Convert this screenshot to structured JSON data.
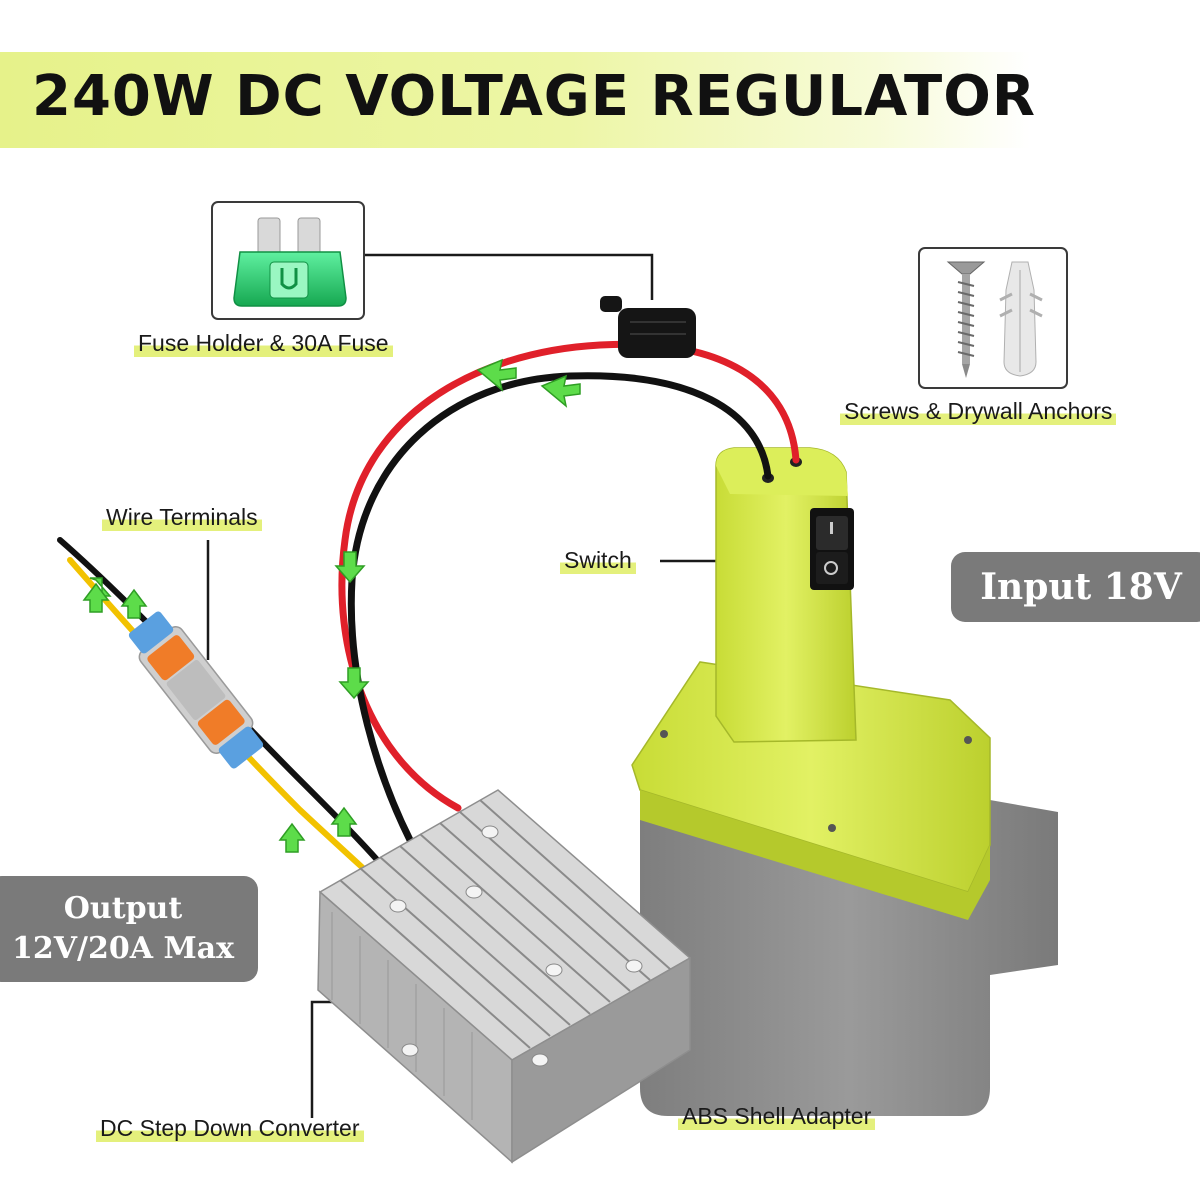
{
  "title": "240W DC VOLTAGE REGULATOR",
  "labels": {
    "fuse": "Fuse Holder & 30A Fuse",
    "screws": "Screws & Drywall Anchors",
    "terminals": "Wire Terminals",
    "switch": "Switch",
    "converter": "DC Step Down Converter",
    "shell": "ABS Shell Adapter"
  },
  "badges": {
    "input": "Input 18V",
    "output_line1": "Output",
    "output_line2": "12V/20A Max"
  },
  "colors": {
    "accent_highlight": "#e4f07c",
    "adapter_yellow": "#d6e84a",
    "battery_grey": "#8a8a8a",
    "badge_grey": "#7a7a7a",
    "wire_red": "#e0202a",
    "wire_black": "#111111",
    "wire_yellow": "#f2c200",
    "fuse_green": "#27c46a",
    "arrow_green": "#5ddc4a"
  },
  "icons": [
    "fuse-icon",
    "screw-icon",
    "drywall-anchor-icon",
    "rocker-switch-icon",
    "flow-arrow-icon"
  ]
}
